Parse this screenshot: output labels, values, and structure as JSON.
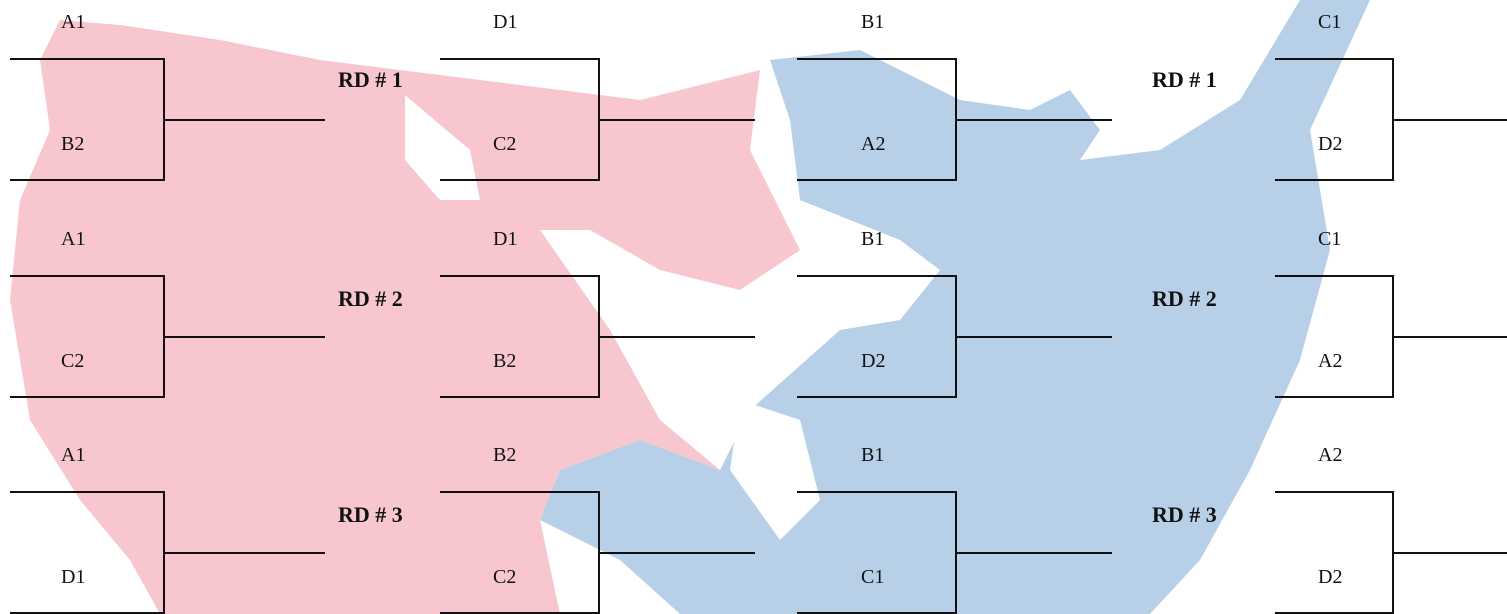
{
  "colors": {
    "left_shape": "#f7c6cf",
    "right_shape": "#b7d0e8",
    "lines": "#111111",
    "text": "#111111"
  },
  "rounds": [
    {
      "label": "RD # 1",
      "matches": [
        {
          "top": "A1",
          "bottom": "B2"
        },
        {
          "top": "D1",
          "bottom": "C2"
        },
        {
          "top": "B1",
          "bottom": "A2"
        },
        {
          "top": "C1",
          "bottom": "D2"
        }
      ]
    },
    {
      "label": "RD # 2",
      "matches": [
        {
          "top": "A1",
          "bottom": "C2"
        },
        {
          "top": "D1",
          "bottom": "B2"
        },
        {
          "top": "B1",
          "bottom": "D2"
        },
        {
          "top": "C1",
          "bottom": "A2"
        }
      ]
    },
    {
      "label": "RD # 3",
      "matches": [
        {
          "top": "A1",
          "bottom": "D1"
        },
        {
          "top": "B2",
          "bottom": "C2"
        },
        {
          "top": "B1",
          "bottom": "C1"
        },
        {
          "top": "A2",
          "bottom": "D2"
        }
      ]
    }
  ]
}
